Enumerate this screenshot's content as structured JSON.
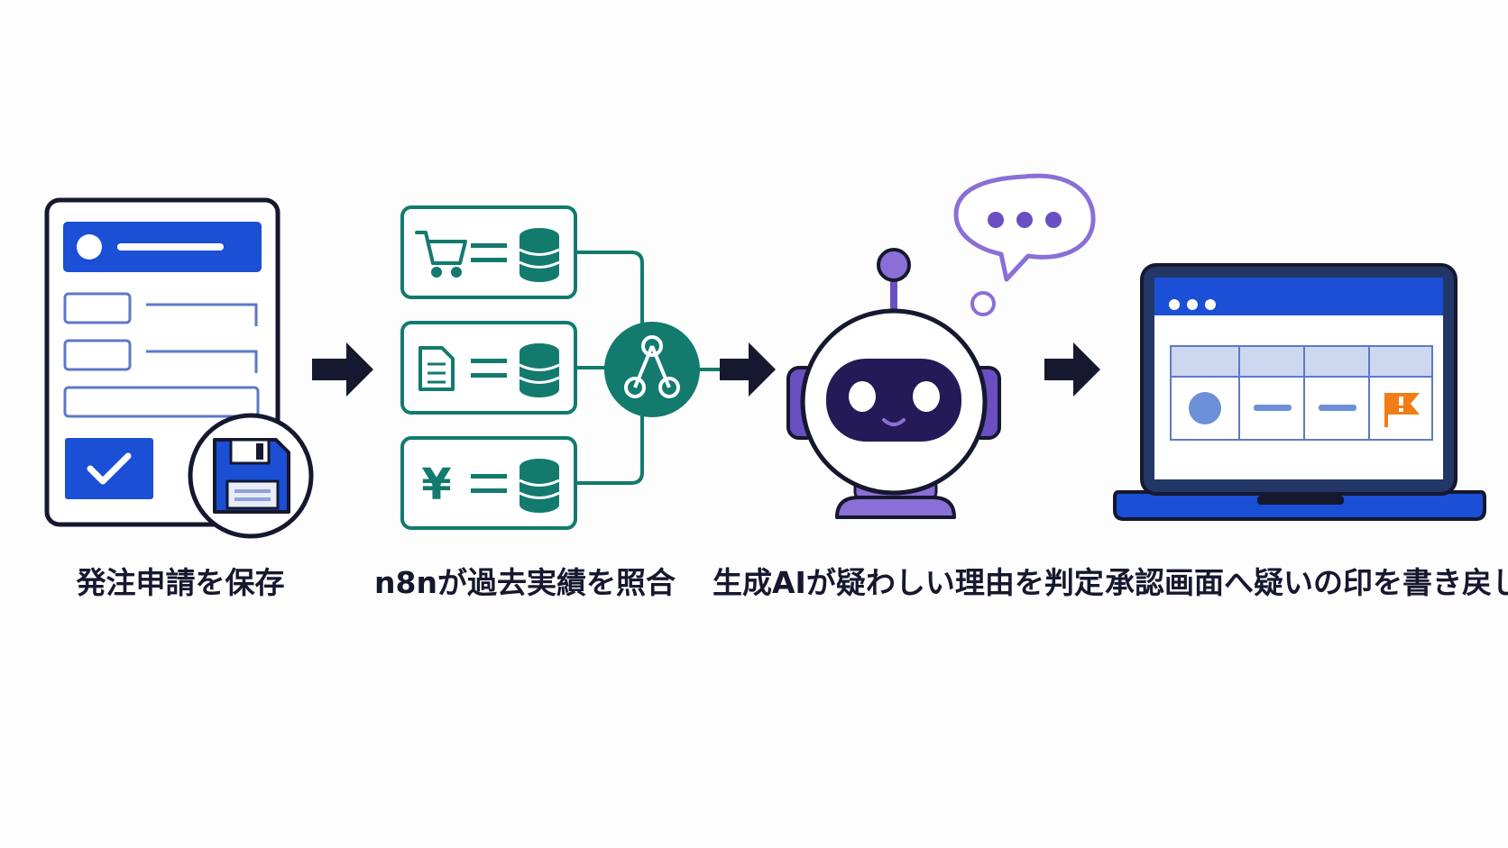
{
  "steps": [
    {
      "label": "発注申請を保存",
      "icon": "form-with-save-icon"
    },
    {
      "label": "n8nが過去実績を照合",
      "icon": "database-matching-icon"
    },
    {
      "label": "生成AIが疑わしい理由を判定",
      "icon": "robot-icon"
    },
    {
      "label": "承認画面へ疑いの印を書き戻し",
      "icon": "laptop-table-icon"
    }
  ],
  "match_rows": [
    {
      "icon": "cart-icon"
    },
    {
      "icon": "document-icon"
    },
    {
      "icon": "yen-icon",
      "symbol": "¥"
    }
  ],
  "colors": {
    "blue": "#1a4fd6",
    "teal": "#137a6e",
    "purple": "#6a4fc2",
    "navy": "#15182e",
    "orange": "#f27d16"
  }
}
